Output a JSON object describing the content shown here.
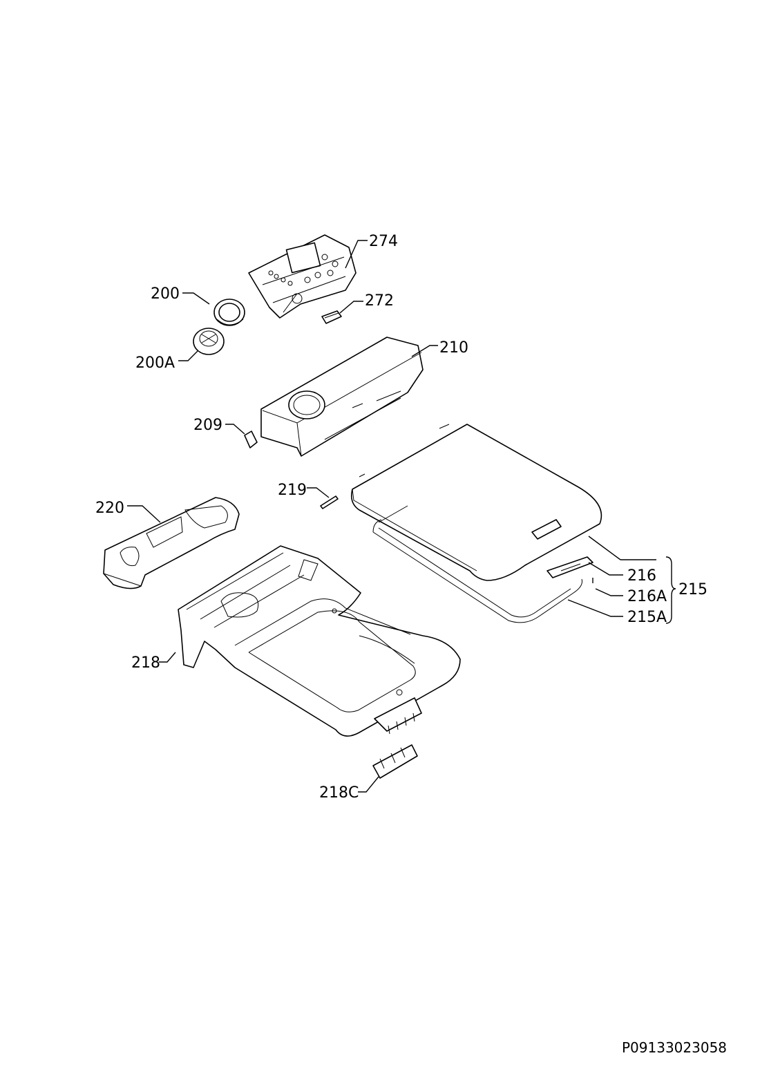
{
  "labels": {
    "l274": "274",
    "l200": "200",
    "l272": "272",
    "l200a": "200A",
    "l210": "210",
    "l209": "209",
    "l219": "219",
    "l220": "220",
    "l216": "216",
    "l215": "215",
    "l216a": "216A",
    "l215a": "215A",
    "l218": "218",
    "l218c": "218C"
  },
  "reference_code": "P09133023058"
}
